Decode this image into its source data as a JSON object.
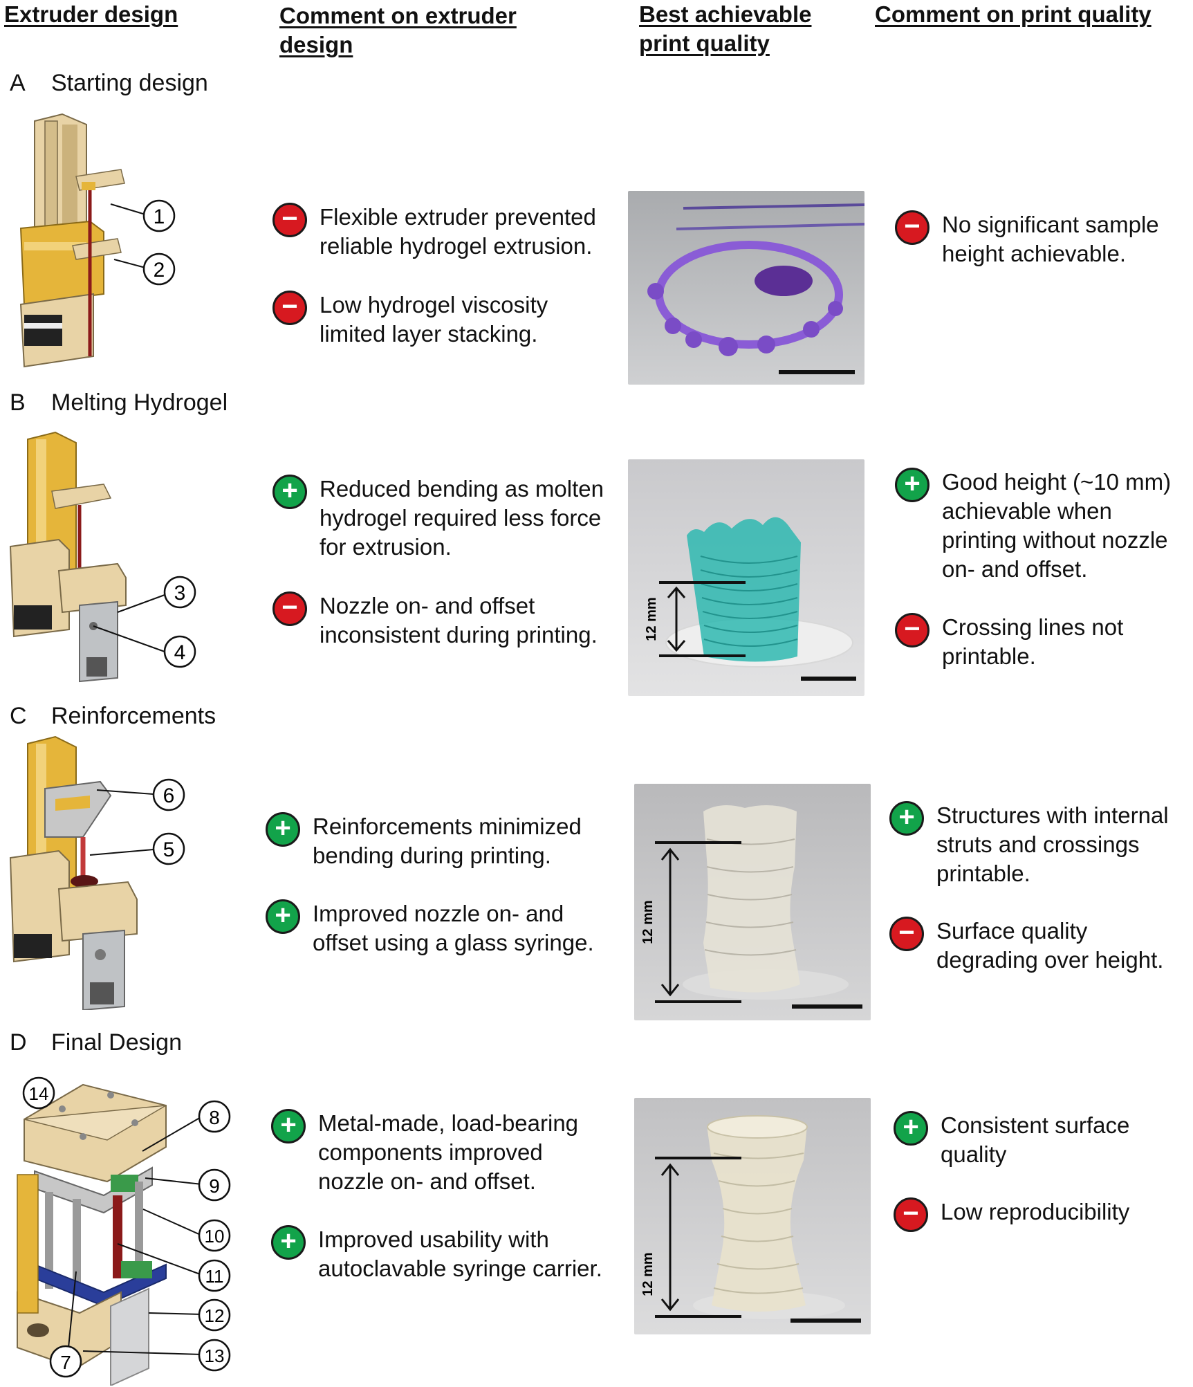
{
  "headers": {
    "extruder_design": "Extruder design",
    "comment_extruder": "Comment on extruder\ndesign",
    "best_print": "Best achievable\nprint quality",
    "comment_print": "Comment on print quality"
  },
  "rows": [
    {
      "letter": "A",
      "title": "Starting design",
      "callouts": [
        "1",
        "2"
      ],
      "extruder_comments": [
        {
          "type": "negative",
          "text": "Flexible extruder prevented\nreliable hydrogel extrusion."
        },
        {
          "type": "negative",
          "text": "Low hydrogel viscosity\nlimited layer stacking."
        }
      ],
      "print_comments": [
        {
          "type": "negative",
          "text": "No significant sample\nheight achievable."
        }
      ],
      "scale_label": ""
    },
    {
      "letter": "B",
      "title": "Melting Hydrogel",
      "callouts": [
        "3",
        "4"
      ],
      "extruder_comments": [
        {
          "type": "positive",
          "text": "Reduced bending as molten\nhydrogel required less force\nfor extrusion."
        },
        {
          "type": "negative",
          "text": "Nozzle on- and offset\ninconsistent during printing."
        }
      ],
      "print_comments": [
        {
          "type": "positive",
          "text": "Good height (~10 mm)\nachievable when\nprinting without nozzle\non- and offset."
        },
        {
          "type": "negative",
          "text": "Crossing lines not\nprintable."
        }
      ],
      "scale_label": "12 mm"
    },
    {
      "letter": "C",
      "title": "Reinforcements",
      "callouts": [
        "6",
        "5"
      ],
      "extruder_comments": [
        {
          "type": "positive",
          "text": "Reinforcements minimized\nbending during printing."
        },
        {
          "type": "positive",
          "text": "Improved nozzle on- and\noffset using a glass syringe."
        }
      ],
      "print_comments": [
        {
          "type": "positive",
          "text": "Structures with internal\nstruts and crossings\nprintable."
        },
        {
          "type": "negative",
          "text": "Surface quality\ndegrading over height."
        }
      ],
      "scale_label": "12 mm"
    },
    {
      "letter": "D",
      "title": "Final Design",
      "callouts": [
        "14",
        "8",
        "9",
        "10",
        "11",
        "12",
        "13",
        "7"
      ],
      "extruder_comments": [
        {
          "type": "positive",
          "text": "Metal-made, load-bearing\ncomponents improved\nnozzle on- and offset."
        },
        {
          "type": "positive",
          "text": "Improved usability with\nautoclavable syringe carrier."
        }
      ],
      "print_comments": [
        {
          "type": "positive",
          "text": "Consistent surface\nquality"
        },
        {
          "type": "negative",
          "text": "Low reproducibility"
        }
      ],
      "scale_label": "12 mm"
    }
  ],
  "colors": {
    "negative": "#d71920",
    "positive": "#12a34a",
    "cad_wood": "#e8d3a6",
    "cad_gold": "#e5b53a",
    "cad_metal": "#bfc2c5",
    "print_purple": "#8a5cd6",
    "print_teal": "#2fb8b0",
    "print_clear": "#e6e2d6"
  }
}
